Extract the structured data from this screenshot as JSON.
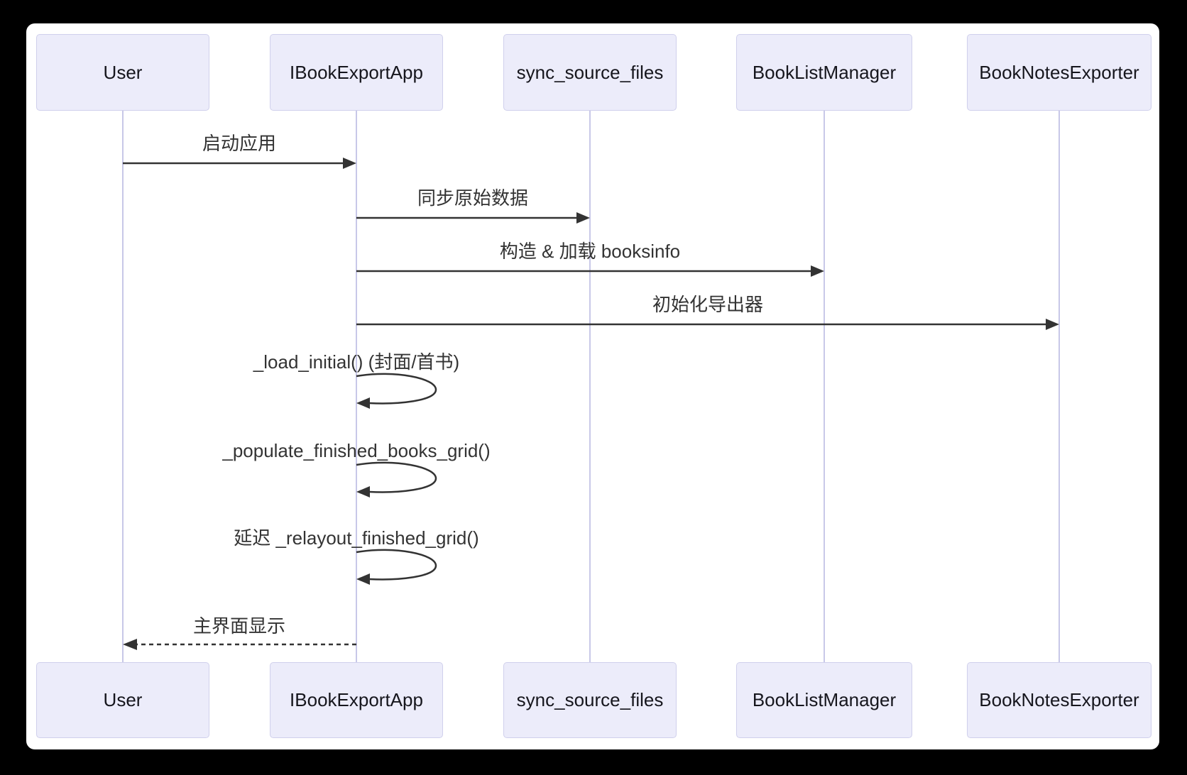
{
  "diagram": {
    "type": "sequence-diagram",
    "actors": [
      {
        "name": "User"
      },
      {
        "name": "IBookExportApp"
      },
      {
        "name": "sync_source_files"
      },
      {
        "name": "BookListManager"
      },
      {
        "name": "BookNotesExporter"
      }
    ],
    "messages": [
      {
        "label": "启动应用",
        "from": "User",
        "to": "IBookExportApp",
        "style": "solid-arrow"
      },
      {
        "label": "同步原始数据",
        "from": "IBookExportApp",
        "to": "sync_source_files",
        "style": "solid-arrow"
      },
      {
        "label": "构造 & 加载 booksinfo",
        "from": "IBookExportApp",
        "to": "BookListManager",
        "style": "solid-arrow"
      },
      {
        "label": "初始化导出器",
        "from": "IBookExportApp",
        "to": "BookNotesExporter",
        "style": "solid-arrow"
      },
      {
        "label": "_load_initial() (封面/首书)",
        "from": "IBookExportApp",
        "to": "IBookExportApp",
        "style": "self-loop"
      },
      {
        "label": "_populate_finished_books_grid()",
        "from": "IBookExportApp",
        "to": "IBookExportApp",
        "style": "self-loop"
      },
      {
        "label": "延迟 _relayout_finished_grid()",
        "from": "IBookExportApp",
        "to": "IBookExportApp",
        "style": "self-loop"
      },
      {
        "label": "主界面显示",
        "from": "IBookExportApp",
        "to": "User",
        "style": "dashed-arrow"
      }
    ],
    "colors": {
      "frame": "#000000",
      "canvas": "#FFFFFF",
      "actor_fill": "#ECECFA",
      "actor_border": "#D0D0EC",
      "lifeline": "#C8C8E8",
      "arrow": "#333333",
      "text": "#333333"
    }
  }
}
